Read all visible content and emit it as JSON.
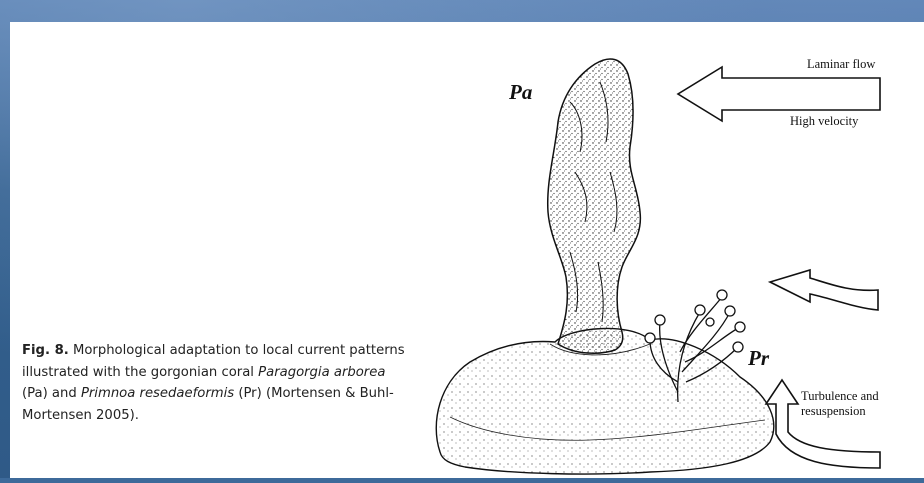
{
  "caption": {
    "fig_label": "Fig. 8.",
    "text_1": " Morphological adaptation to local current patterns illustrated with the gorgonian coral ",
    "species_1": "Paragorgia arborea",
    "text_2": " (Pa) and ",
    "species_2": "Primnoa resedaeformis",
    "text_3": " (Pr) (Mortensen & Buhl-Mortensen 2005)."
  },
  "figure": {
    "label_pa": "Pa",
    "label_pr": "Pr",
    "laminar_flow": "Laminar flow",
    "high_velocity": "High velocity",
    "turbulence_line1": "Turbulence and",
    "turbulence_line2": "resuspension"
  },
  "colors": {
    "background": "#3d6a9a",
    "page": "#ffffff",
    "ink": "#111111"
  }
}
